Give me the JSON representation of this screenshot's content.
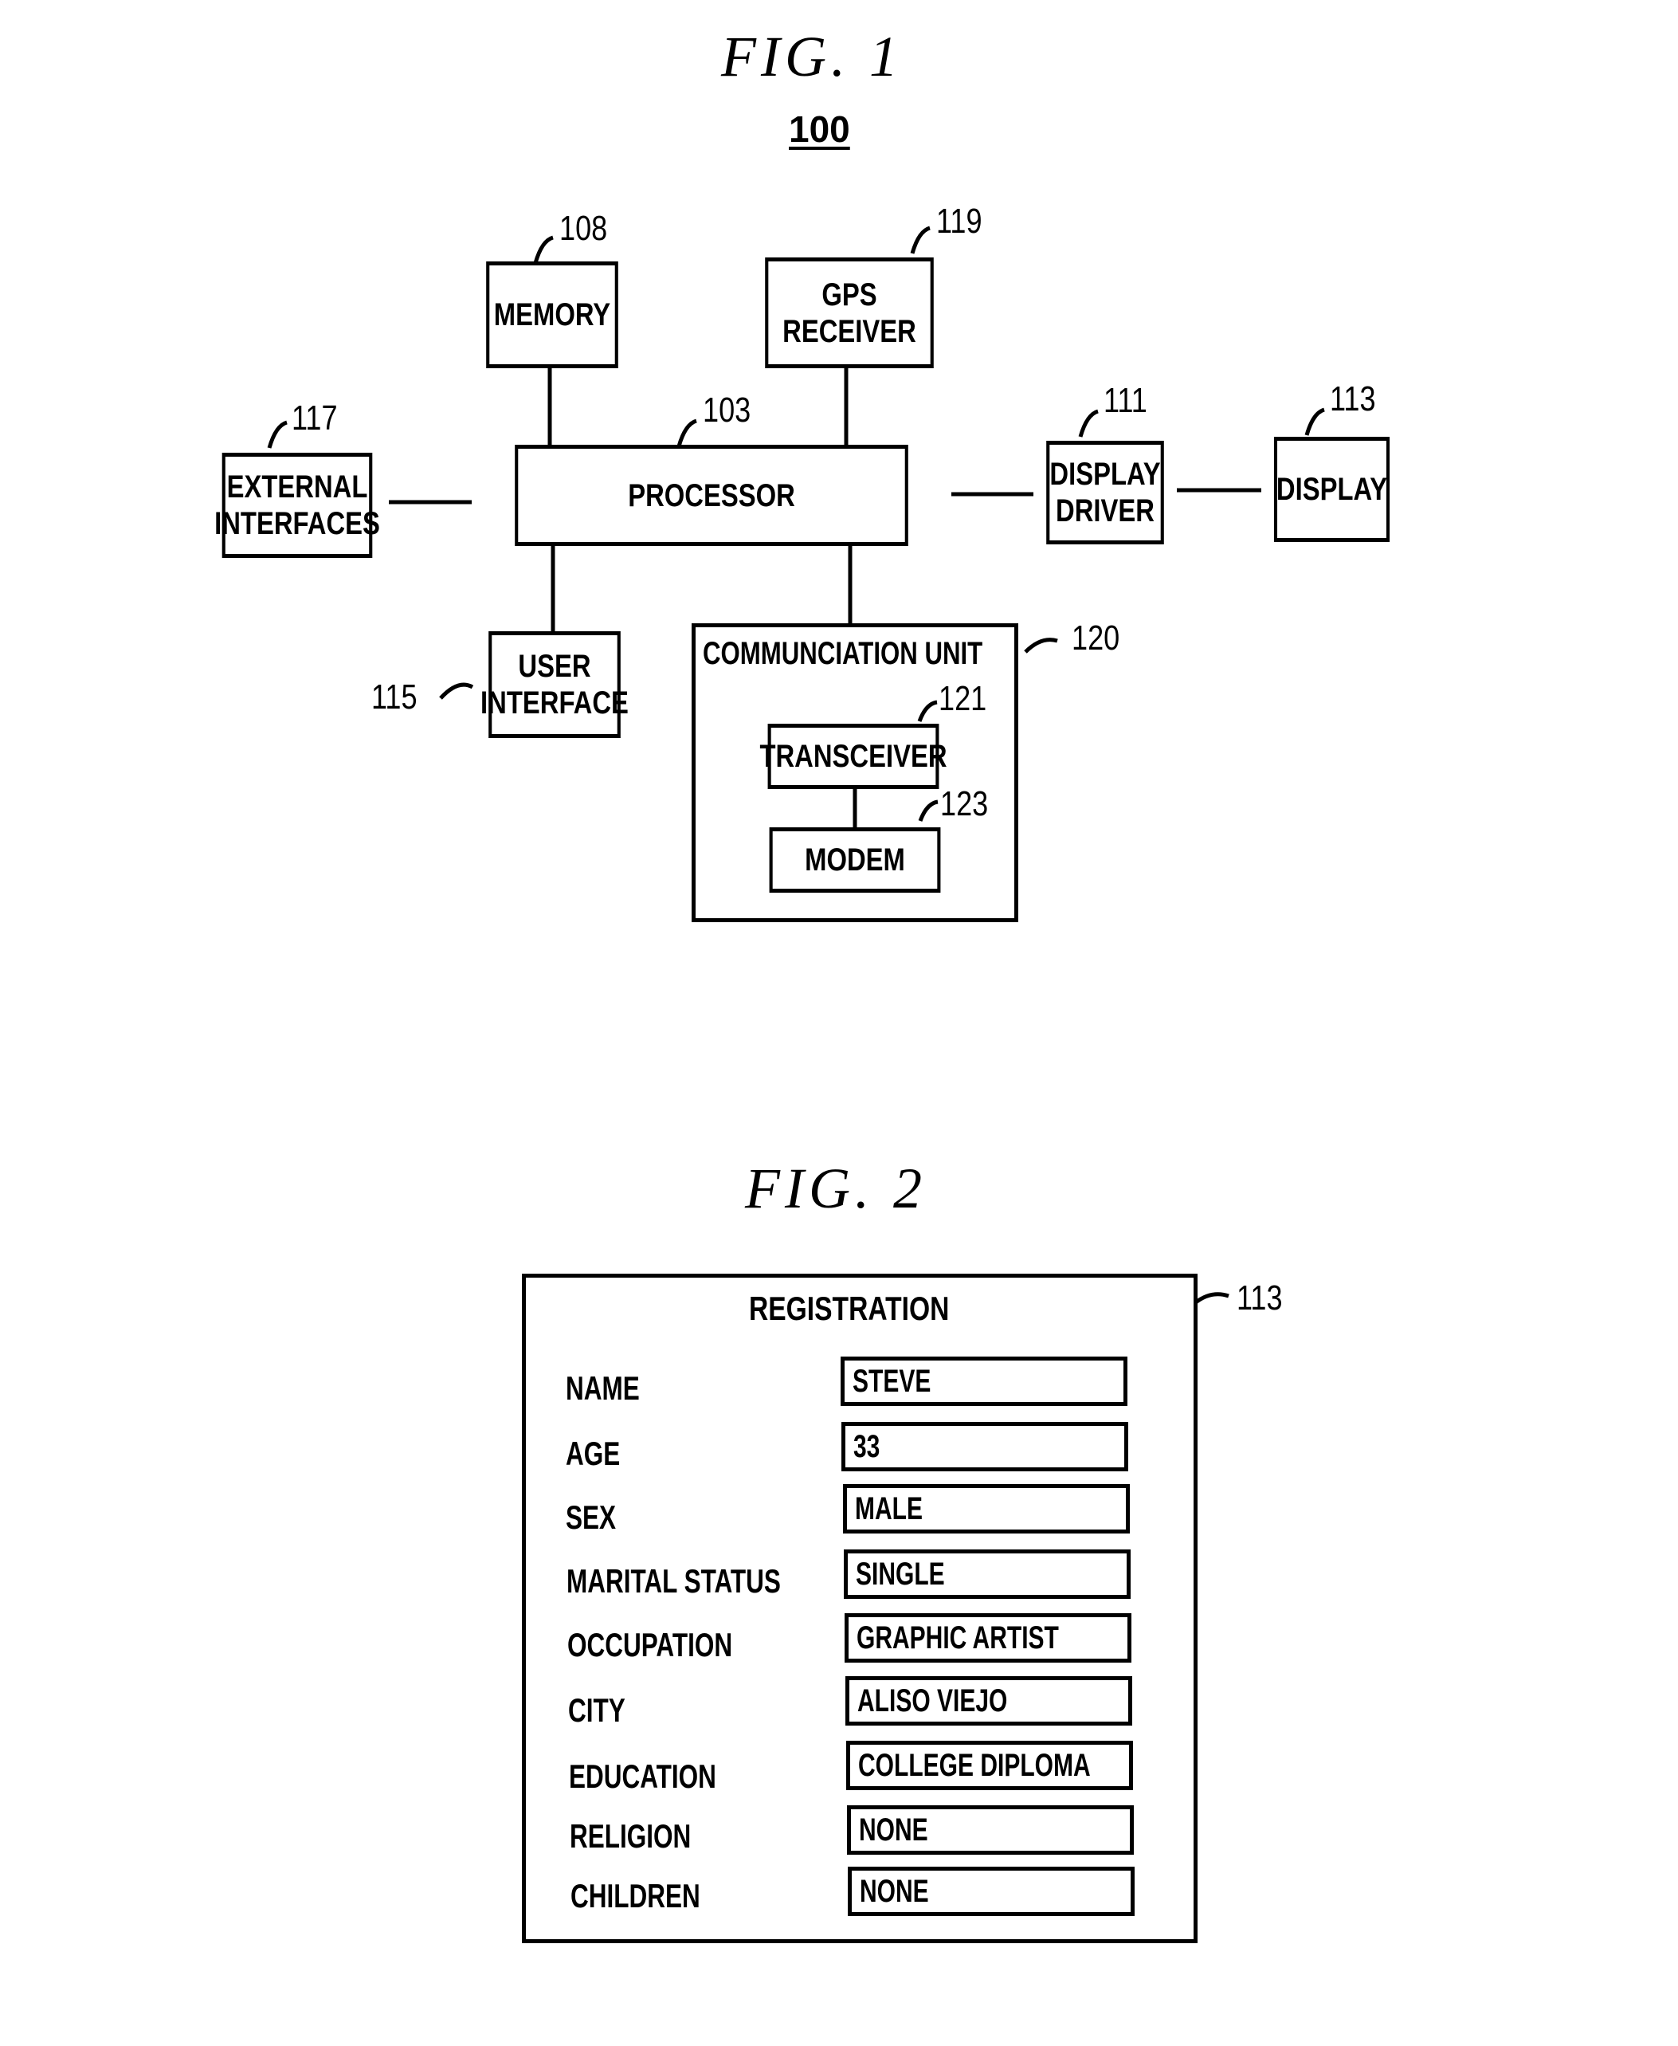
{
  "figure1": {
    "title": "FIG.  1",
    "ref": "100",
    "blocks": {
      "memory": {
        "label": "MEMORY",
        "ref": "108"
      },
      "gps": {
        "label": "GPS\nRECEIVER",
        "ref": "119"
      },
      "external": {
        "label": "EXTERNAL\nINTERFACES",
        "ref": "117"
      },
      "processor": {
        "label": "PROCESSOR",
        "ref": "103"
      },
      "display_driver": {
        "label": "DISPLAY\nDRIVER",
        "ref": "111"
      },
      "display": {
        "label": "DISPLAY",
        "ref": "113"
      },
      "user_interface": {
        "label": "USER\nINTERFACE",
        "ref": "115"
      },
      "comm_unit": {
        "label": "COMMUNCIATION UNIT",
        "ref": "120"
      },
      "transceiver": {
        "label": "TRANSCEIVER",
        "ref": "121"
      },
      "modem": {
        "label": "MODEM",
        "ref": "123"
      }
    }
  },
  "figure2": {
    "title": "FIG.  2",
    "ref": "113",
    "form_title": "REGISTRATION",
    "fields": [
      {
        "label": "NAME",
        "value": "STEVE"
      },
      {
        "label": "AGE",
        "value": "33"
      },
      {
        "label": "SEX",
        "value": "MALE"
      },
      {
        "label": "MARITAL  STATUS",
        "value": "SINGLE"
      },
      {
        "label": "OCCUPATION",
        "value": "GRAPHIC  ARTIST"
      },
      {
        "label": "CITY",
        "value": "ALISO  VIEJO"
      },
      {
        "label": "EDUCATION",
        "value": "COLLEGE  DIPLOMA"
      },
      {
        "label": "RELIGION",
        "value": "NONE"
      },
      {
        "label": "CHILDREN",
        "value": "NONE"
      }
    ]
  }
}
